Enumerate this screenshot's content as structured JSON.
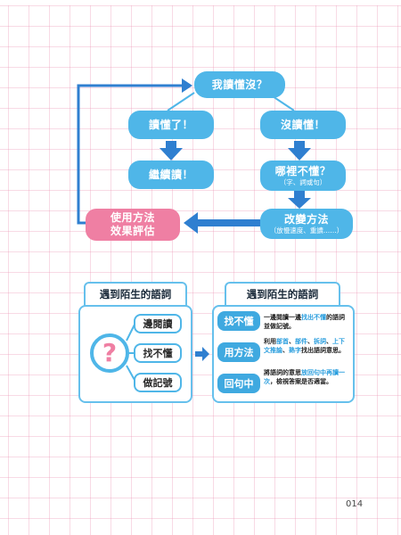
{
  "flowchart": {
    "start": "我讀懂沒？",
    "understood": "讀懂了！",
    "not_understood": "沒讀懂！",
    "continue_reading": "繼續讀！",
    "where_not_understood": {
      "main": "哪裡不懂？",
      "sub": "（字、詞或句）"
    },
    "change_method": {
      "main": "改變方法",
      "sub": "（放慢速度、重讀……）"
    },
    "evaluate": {
      "line1": "使用方法",
      "line2": "效果評估"
    }
  },
  "left_panel": {
    "title": "遇到陌生的語詞",
    "question_mark": "?",
    "steps": [
      "邊閱讀",
      "找不懂",
      "做記號"
    ]
  },
  "right_panel": {
    "title": "遇到陌生的語詞",
    "rows": [
      {
        "label": "找不懂",
        "desc": [
          {
            "t": "一邊閱讀一邊"
          },
          {
            "t": "找出不懂",
            "hl": true
          },
          {
            "t": "的語詞並做記號。"
          }
        ]
      },
      {
        "label": "用方法",
        "desc": [
          {
            "t": "利用"
          },
          {
            "t": "部首",
            "hl": true
          },
          {
            "t": "、"
          },
          {
            "t": "部件",
            "hl": true
          },
          {
            "t": "、"
          },
          {
            "t": "拆詞",
            "hl": true
          },
          {
            "t": "、"
          },
          {
            "t": "上下文推論",
            "hl": true
          },
          {
            "t": "、"
          },
          {
            "t": "熟字",
            "hl": true
          },
          {
            "t": "找出語詞意思。"
          }
        ]
      },
      {
        "label": "回句中",
        "desc": [
          {
            "t": "將語詞的意思"
          },
          {
            "t": "放回句中再讀一次",
            "hl": true
          },
          {
            "t": "，檢視答案是否適當。"
          }
        ]
      }
    ]
  },
  "page_number": "014",
  "colors": {
    "node_blue": "#4fb6e8",
    "node_pink": "#ef7fa3",
    "arrow_blue": "#2f7fd0",
    "highlight": "#2a9ede"
  }
}
